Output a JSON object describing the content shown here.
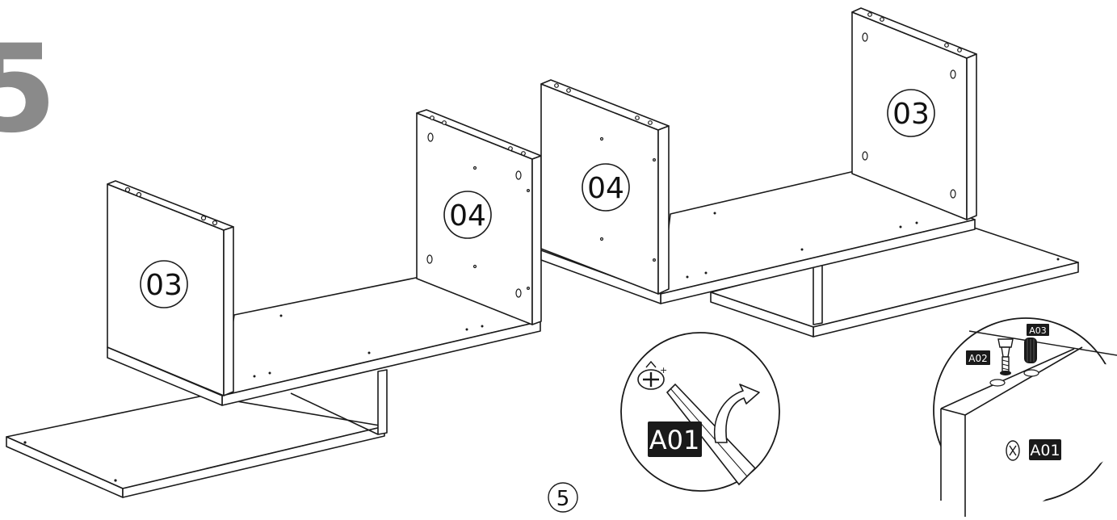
{
  "step": {
    "big_number": "5",
    "page_number": "5"
  },
  "parts": {
    "left_side": "03",
    "left_divider": "04",
    "right_divider": "04",
    "right_side": "03"
  },
  "hardware": {
    "screw": "A01",
    "screw_detail": "A01",
    "cam_bolt": "A02",
    "dowel": "A03"
  },
  "colors": {
    "line": "#1a1a1a",
    "big_number": "#8a8a8a",
    "tag": "#1a1a1a"
  }
}
